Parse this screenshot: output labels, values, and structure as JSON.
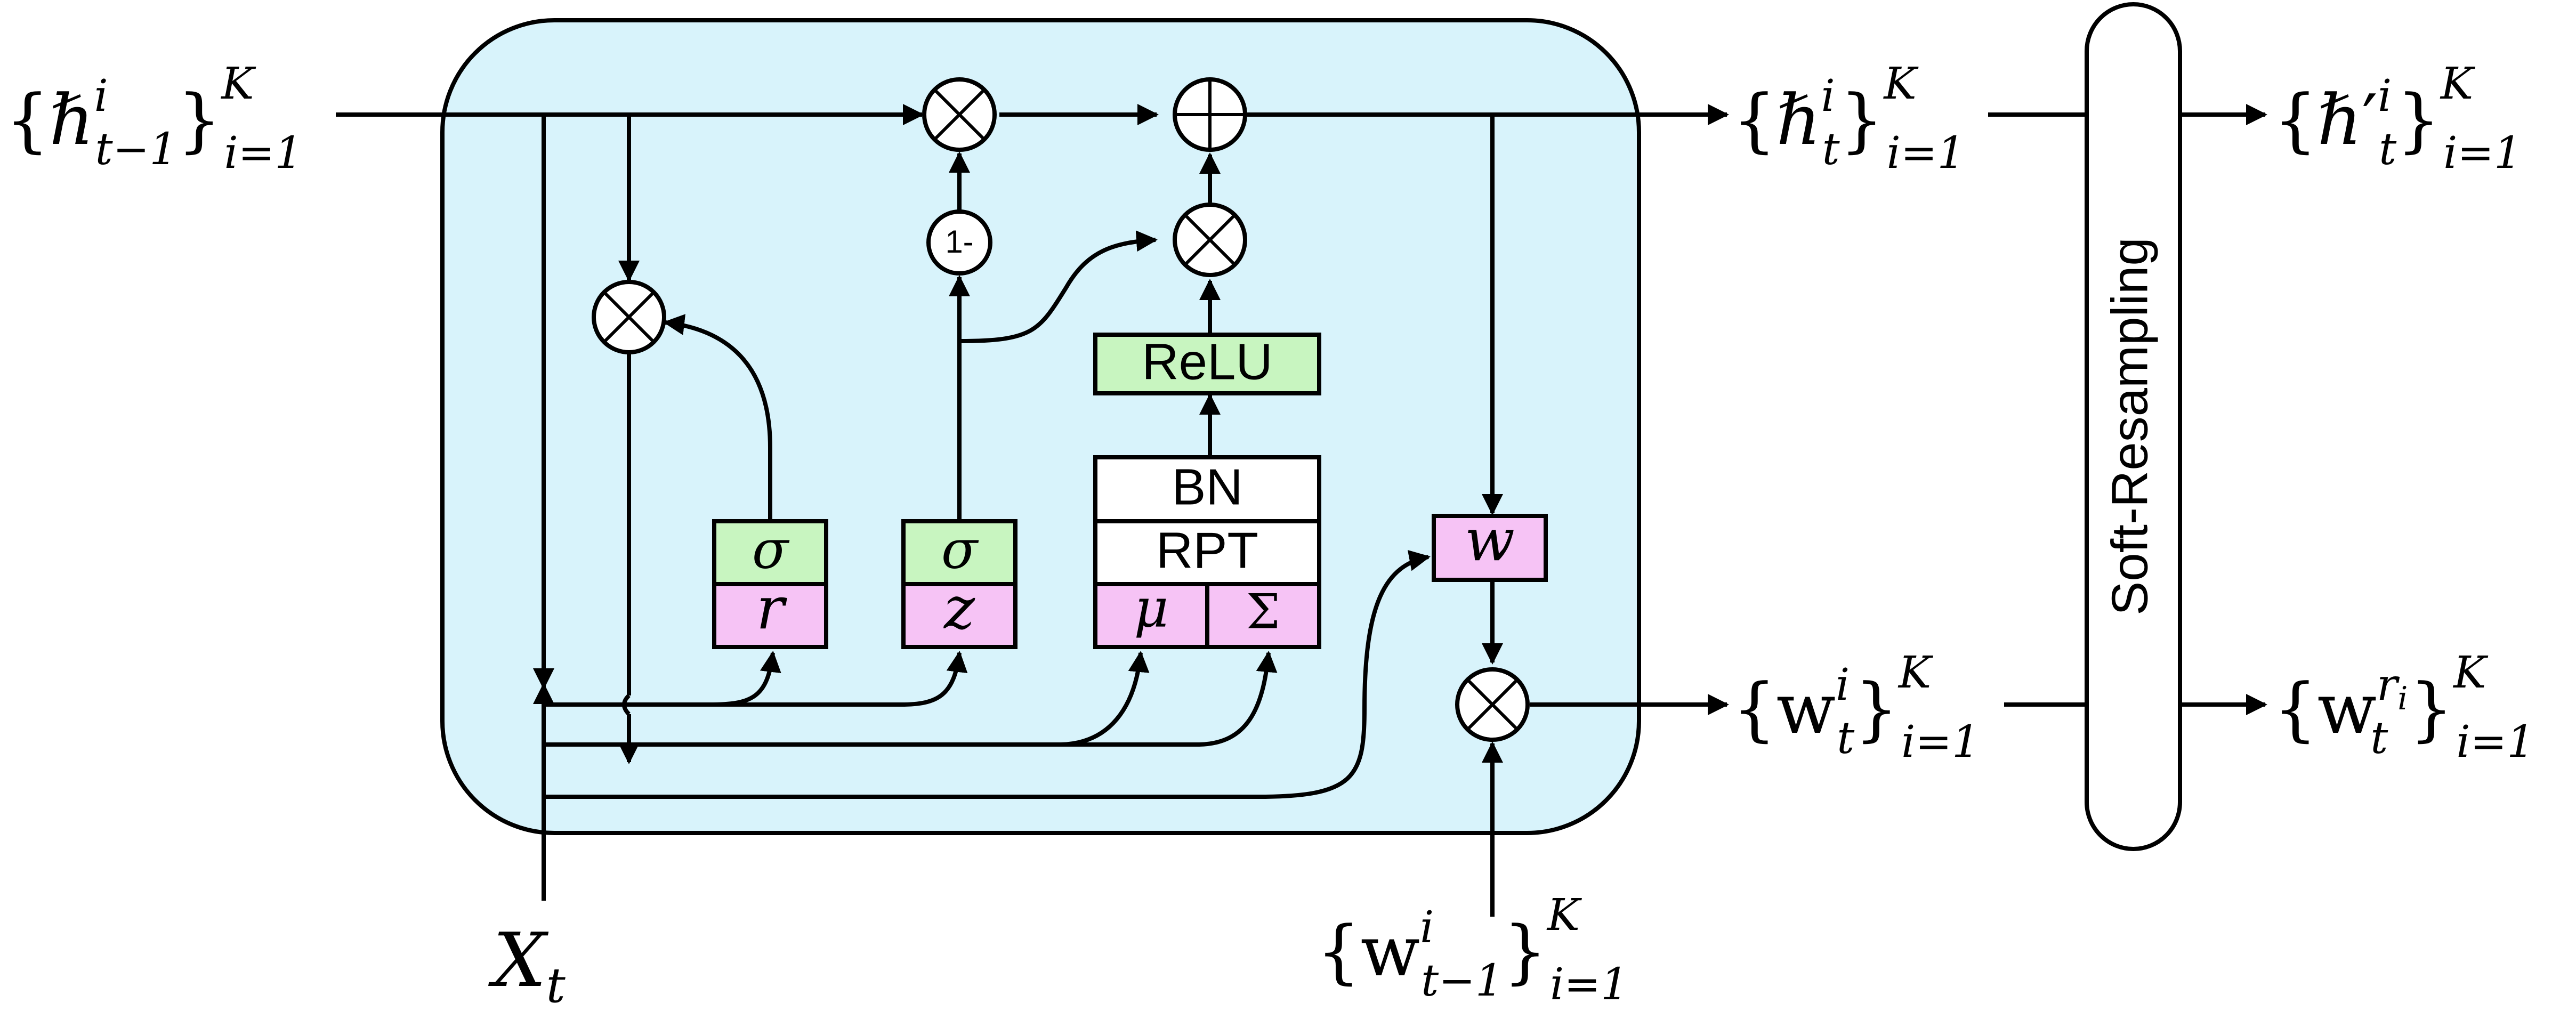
{
  "colors": {
    "cell_fill": "#d8f3fb",
    "gate_green": "#c8f5c0",
    "param_pink": "#f6c3f5",
    "line": "#000000"
  },
  "labels": {
    "h_prev": {
      "base": "{ℏ",
      "sup": "i",
      "sub": "t−1",
      "close": "}",
      "close_sup": "K",
      "close_sub": "i=1"
    },
    "h_next": {
      "base": "{ℏ",
      "sup": "i",
      "sub": "t",
      "close": "}",
      "close_sup": "K",
      "close_sub": "i=1"
    },
    "h_resampled": {
      "base": "{ℏ′",
      "sup": "i",
      "sub": "t",
      "close": "}",
      "close_sup": "K",
      "close_sub": "i=1"
    },
    "w_next": {
      "base": "{w",
      "sup": "i",
      "sub": "t",
      "close": "}",
      "close_sup": "K",
      "close_sub": "i=1"
    },
    "w_resampled": {
      "base": "{w",
      "sup": "r",
      "sup_sub": "i",
      "sub": "t",
      "close": "}",
      "close_sup": "K",
      "close_sub": "i=1"
    },
    "w_prev": {
      "base": "{w",
      "sup": "i",
      "sub": "t−1",
      "close": "}",
      "close_sup": "K",
      "close_sub": "i=1"
    },
    "x_input": {
      "base": "X",
      "sub": "t"
    }
  },
  "blocks": {
    "reset_gate_activation": "σ",
    "reset_gate_param": "r",
    "update_gate_activation": "σ",
    "update_gate_param": "z",
    "batch_norm": "BN",
    "rpt": "RPT",
    "mean": "μ",
    "covariance": "Σ",
    "relu": "ReLU",
    "weight": "w",
    "one_minus": "1-",
    "soft_resampling": "Soft-Resampling"
  }
}
